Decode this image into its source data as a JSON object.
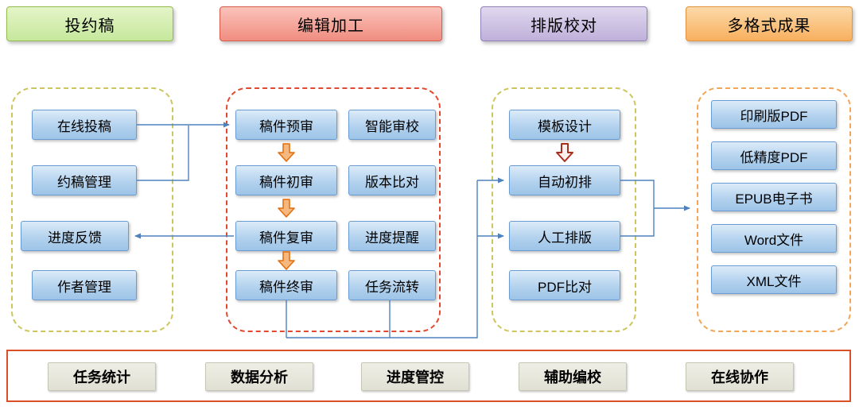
{
  "headers": {
    "submission": "投约稿",
    "editing": "编辑加工",
    "typesetting": "排版校对",
    "outputs": "多格式成果"
  },
  "submission": {
    "items": [
      "在线投稿",
      "约稿管理",
      "进度反馈",
      "作者管理"
    ]
  },
  "editing": {
    "reviews": [
      "稿件预审",
      "稿件初审",
      "稿件复审",
      "稿件终审"
    ],
    "tools": [
      "智能审校",
      "版本比对",
      "进度提醒",
      "任务流转"
    ]
  },
  "typesetting": {
    "items": [
      "模板设计",
      "自动初排",
      "人工排版",
      "PDF比对"
    ]
  },
  "outputs": {
    "items": [
      "印刷版PDF",
      "低精度PDF",
      "EPUB电子书",
      "Word文件",
      "XML文件"
    ]
  },
  "bottom_bar": {
    "items": [
      "任务统计",
      "数据分析",
      "进度管控",
      "辅助编校",
      "在线协作"
    ]
  },
  "icons": {
    "flow_arrow_down": "block-arrow-down",
    "connector_arrow": "triangle-arrowhead"
  },
  "colors": {
    "node_fill_top": "#dcebf8",
    "node_fill_bottom": "#9dc4e7",
    "node_border": "#6a9bd1",
    "header_submission": "#c6e89c",
    "header_editing": "#f08d80",
    "header_typesetting": "#bfb0da",
    "header_outputs": "#f8b05e",
    "group_submission_border": "#cdc65f",
    "group_editing_border": "#e2492e",
    "group_typesetting_border": "#cdc65f",
    "group_outputs_border": "#f2a658",
    "connector": "#4f81bd",
    "flow_arrow_orange": "#e36c0a",
    "flow_arrow_red": "#aa2e1e",
    "bottom_bar_border": "#da4e28",
    "bottom_button_fill": "#e8e8dd"
  }
}
